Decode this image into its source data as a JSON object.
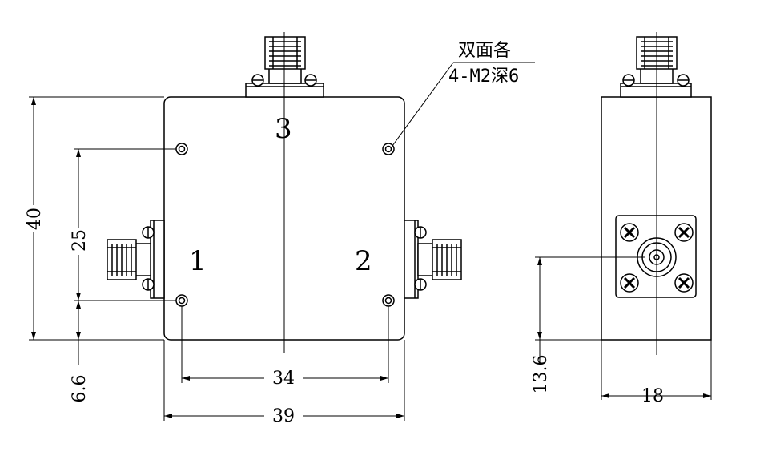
{
  "ports": {
    "input_label": "1",
    "output_label": "2",
    "isolated_label": "3"
  },
  "dimensions": {
    "height": "40",
    "hole_spacing_vertical": "25",
    "hole_offset_bottom": "6.6",
    "hole_spacing_horizontal": "34",
    "body_width": "39",
    "connector_height": "13.6",
    "body_depth": "18"
  },
  "annotation": {
    "line1": "双面各",
    "line2": "4-M2深6"
  }
}
